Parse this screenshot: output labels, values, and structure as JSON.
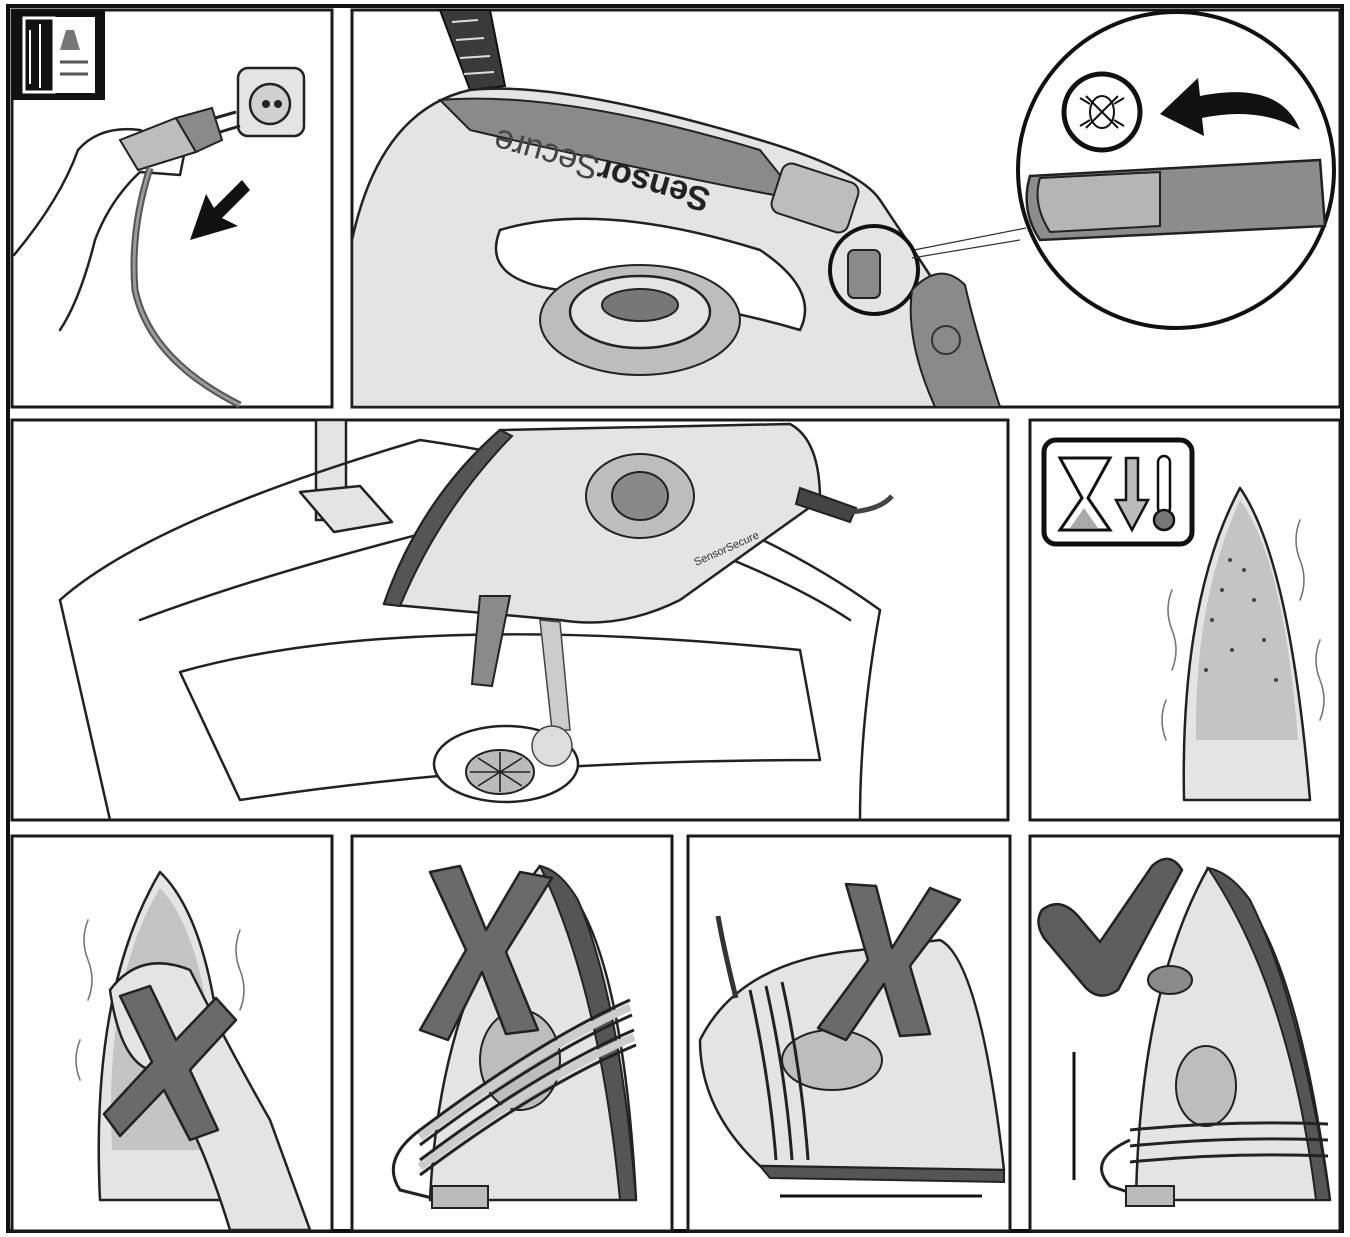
{
  "brand": {
    "bold": "Sensor",
    "light": "Secure",
    "logo": "bosch-logo"
  },
  "colors": {
    "frame": "#1a1a1a",
    "iron_body": "#e4e4e4",
    "iron_accent": "#8a8a8a",
    "cross": "#6a6a6a"
  },
  "icons": {
    "manual": "manual-book-icon",
    "unplug_arrow": "arrow-down-left-icon",
    "anticalc_symbol": "anti-calc-symbol-icon",
    "cooldown_symbol": "hourglass-cooldown-thermometer-icon",
    "wrong": "x-cross-icon",
    "correct": "checkmark-icon"
  },
  "panels": [
    {
      "id": "unplug",
      "meaning": "unplug"
    },
    {
      "id": "anticalc-button",
      "meaning": "anti-calc"
    },
    {
      "id": "rinse-sink",
      "meaning": "rinse"
    },
    {
      "id": "cool-down",
      "meaning": "cool down"
    },
    {
      "id": "no-touch-hot-soleplate",
      "meaning": "wrong"
    },
    {
      "id": "no-wrap-cord-upright",
      "meaning": "wrong"
    },
    {
      "id": "no-wrap-cord-flat",
      "meaning": "wrong"
    },
    {
      "id": "store-upright-correct",
      "meaning": "correct"
    }
  ]
}
